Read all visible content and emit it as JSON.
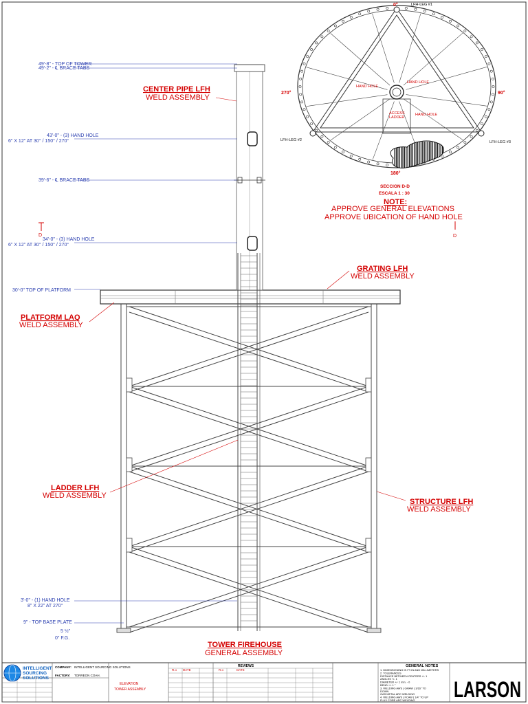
{
  "callouts": {
    "center_pipe": {
      "title": "CENTER PIPE LFH",
      "sub": "WELD ASSEMBLY"
    },
    "grating": {
      "title": "GRATING LFH",
      "sub": "WELD ASSEMBLY"
    },
    "platform": {
      "title": "PLATFORM LAQ",
      "sub": "WELD ASSEMBLY"
    },
    "ladder": {
      "title": "LADDER LFH",
      "sub": "WELD ASSEMBLY"
    },
    "structure": {
      "title": "STRUCTURE LFH",
      "sub": "WELD ASSEMBLY"
    },
    "main": {
      "title": "TOWER FIREHOUSE",
      "sub": "GENERAL ASSEMBLY"
    }
  },
  "dimensions": {
    "top_of_tower": "49'-8\" - TOP OF TOWER",
    "brace_tabs_top": "49'-2\" - ℄ BRACE TABS",
    "hand_hole_43": "43'-0\" - (3) HAND HOLE",
    "hand_hole_43_size": "6\" X 12\" AT 30° / 150° / 270°",
    "brace_tabs_39": "39'-6\" - ℄ BRACE TABS",
    "hand_hole_34": "34'-0\" - (3) HAND HOLE",
    "hand_hole_34_size": "6\" X 12\" AT 30° / 150° / 270°",
    "top_of_platform": "30'-0\" TOP OF PLATFORM",
    "hand_hole_3": "3'-0\" - (1) HAND HOLE",
    "hand_hole_3_size": "8\" X 22\" AT 270°",
    "base_plate": "9\" - TOP BASE PLATE",
    "base_frac": "5 ½\"",
    "ground": "0\" F.G."
  },
  "section_marker": "D",
  "plan": {
    "deg_top": "0°",
    "deg_left": "270°",
    "deg_right": "90°",
    "deg_bottom": "180°",
    "leg1": "LFH-LEG #1",
    "leg2": "LFH-LEG #2",
    "leg3": "LFH-LEG #3",
    "hand_hole_a": "HAND HOLE",
    "hand_hole_b": "HAND HOLE",
    "hand_hole_c": "HAND HOLE",
    "access_ladder_1": "ACCESS",
    "access_ladder_2": "LADDER",
    "section": "SECCION D-D",
    "scale": "ESCALA 1 : 30"
  },
  "note": {
    "title": "NOTE:",
    "line1": "APPROVE GENERAL ELEVATIONS",
    "line2": "APPROVE UBICATION OF HAND HOLE"
  },
  "title_block": {
    "logo_line1": "INTELLIGENT",
    "logo_line2": "SOURCING",
    "logo_line3": "SOLUTIONS",
    "company_label": "COMPANY:",
    "company_value": "INTELLIGENT SOURCING SOLUTIONS",
    "factory_label": "FACTORY:",
    "factory_value": "TORREON COAH.",
    "drawing_name": "ELEVATION",
    "assembly_name": "TOWER ASSEMBLY",
    "reviews": "REVIEWS",
    "rev_col": "R.o",
    "date_col": "DATE",
    "notes_title": "GENERAL NOTES",
    "notes": [
      "1. DIMENSIONING IN FT-IN AND MILLIMETERS",
      "2. TOLERANCES",
      "DISTANCE BETWEEN CENTERS +/- 1",
      "ANGLES +/- 1",
      "DIAMETER +/- 1 mm. - 0",
      "BEND +/- 1 °",
      "3. WELDING AWS ( GMAW ) 3/16\" TO",
      "DOWN",
      "GAS METAL ARC WELDING",
      "4. WELDING AWS ( FCAW ) 1/4\" TO UP",
      "FLUX CORE ARC WELDING"
    ],
    "brand": "LARSON"
  }
}
